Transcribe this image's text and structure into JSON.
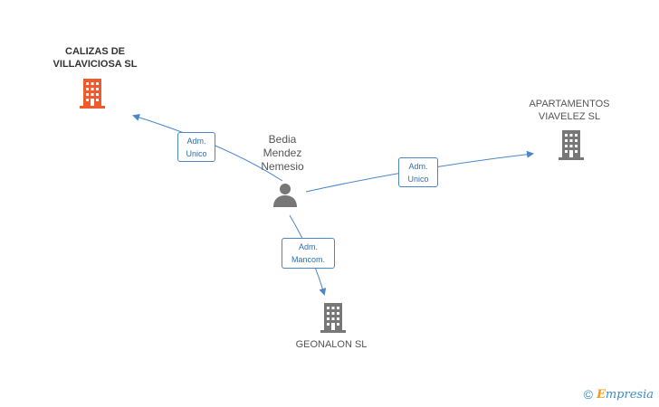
{
  "nodes": {
    "calizas": {
      "label": "CALIZAS DE\nVILLAVICIOSA SL",
      "color": "#ef5b2d"
    },
    "person": {
      "label": "Bedia\nMendez\nNemesio",
      "color": "#777777"
    },
    "apartamentos": {
      "label": "APARTAMENTOS\nVIAVELEZ SL",
      "color": "#777777"
    },
    "geonalon": {
      "label": "GEONALON SL",
      "color": "#777777"
    }
  },
  "edges": {
    "to_calizas": {
      "role": "Adm.\nUnico"
    },
    "to_apartamentos": {
      "role": "Adm.\nUnico"
    },
    "to_geonalon": {
      "role": "Adm.\nMancom."
    }
  },
  "colors": {
    "edge": "#4a86c8"
  },
  "footer": {
    "copyright": "©",
    "brand_initial": "E",
    "brand_rest": "mpresia"
  }
}
